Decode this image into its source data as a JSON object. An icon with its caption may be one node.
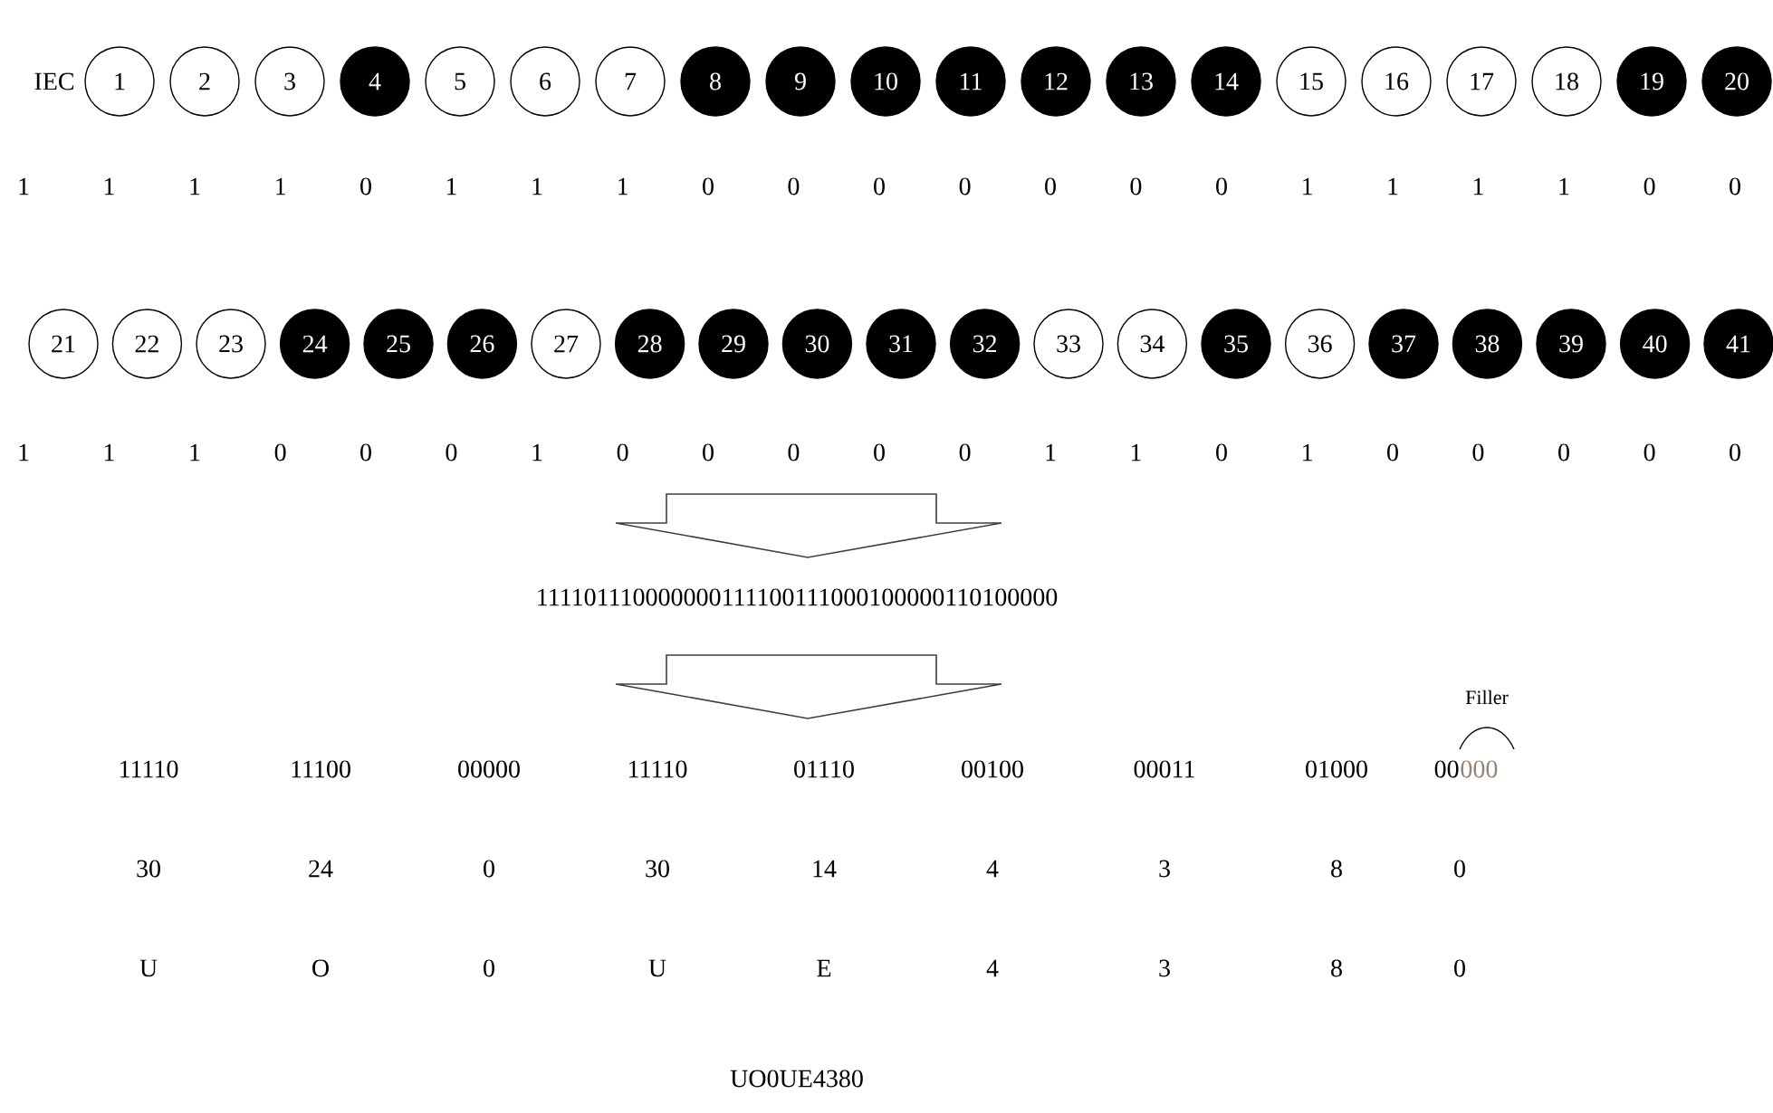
{
  "diagram": {
    "nodes": [
      {
        "text": [
          "1"
        ]
      },
      {
        "text": [
          "2"
        ]
      },
      {
        "text": [
          "3"
        ]
      },
      {
        "text": [
          "4"
        ]
      },
      {
        "text": [
          "5"
        ]
      },
      {
        "text": [
          "6"
        ]
      },
      {
        "text": [
          "7"
        ]
      },
      {
        "text": [
          "8"
        ]
      },
      {
        "text": [
          "9"
        ]
      },
      {
        "text": [
          "10"
        ]
      },
      {
        "text": [
          "11"
        ]
      },
      {
        "text": [
          "12"
        ]
      },
      {
        "text": [
          "13"
        ]
      },
      {
        "text": [
          "14"
        ]
      },
      {
        "text": [
          "15"
        ]
      },
      {
        "text": [
          "16"
        ]
      },
      {
        "text": [
          "17"
        ]
      },
      {
        "text": [
          "18"
        ]
      },
      {
        "text": [
          "19"
        ]
      },
      {
        "text": [
          "20"
        ]
      },
      {
        "text": [
          "21"
        ]
      },
      {
        "text": [
          "22"
        ]
      },
      {
        "text": [
          "23"
        ]
      },
      {
        "text": [
          "24"
        ]
      },
      {
        "text": [
          "25"
        ]
      },
      {
        "text": [
          "26"
        ]
      },
      {
        "text": [
          "27"
        ]
      },
      {
        "text": [
          "28"
        ]
      },
      {
        "text": [
          "29"
        ]
      },
      {
        "text": [
          "30"
        ]
      },
      {
        "text": [
          "31"
        ]
      },
      {
        "text": [
          "32"
        ]
      },
      {
        "text": [
          "33"
        ]
      },
      {
        "text": [
          "34"
        ]
      },
      {
        "text": [
          "35"
        ]
      },
      {
        "text": [
          "36"
        ]
      },
      {
        "text": [
          "37"
        ]
      },
      {
        "text": [
          "38"
        ]
      },
      {
        "text": [
          "39"
        ]
      },
      {
        "text": [
          "40"
        ]
      },
      {
        "text": [
          "41"
        ]
      }
    ],
    "labels": [
      "IEC",
      "1",
      "1",
      "1",
      "1",
      "0",
      "1",
      "1",
      "1",
      "0",
      "0",
      "0",
      "0",
      "0",
      "0",
      "0",
      "1",
      "1",
      "1",
      "1",
      "0",
      "0",
      "1",
      "1",
      "1",
      "0",
      "0",
      "0",
      "1",
      "0",
      "0",
      "0",
      "0",
      "0",
      "1",
      "1",
      "0",
      "1",
      "0",
      "0",
      "0",
      "0",
      "0",
      "111101110000000111100111000100000110100000",
      "Filler",
      "11110",
      "11100",
      "00000",
      "11110",
      "01110",
      "00100",
      "00011",
      "01000",
      "00",
      "000",
      "30",
      "24",
      "0",
      "30",
      "14",
      "4",
      "3",
      "8",
      "0",
      "U",
      "O",
      "0",
      "U",
      "E",
      "4",
      "3",
      "8",
      "0",
      "UO0UE4380"
    ]
  }
}
